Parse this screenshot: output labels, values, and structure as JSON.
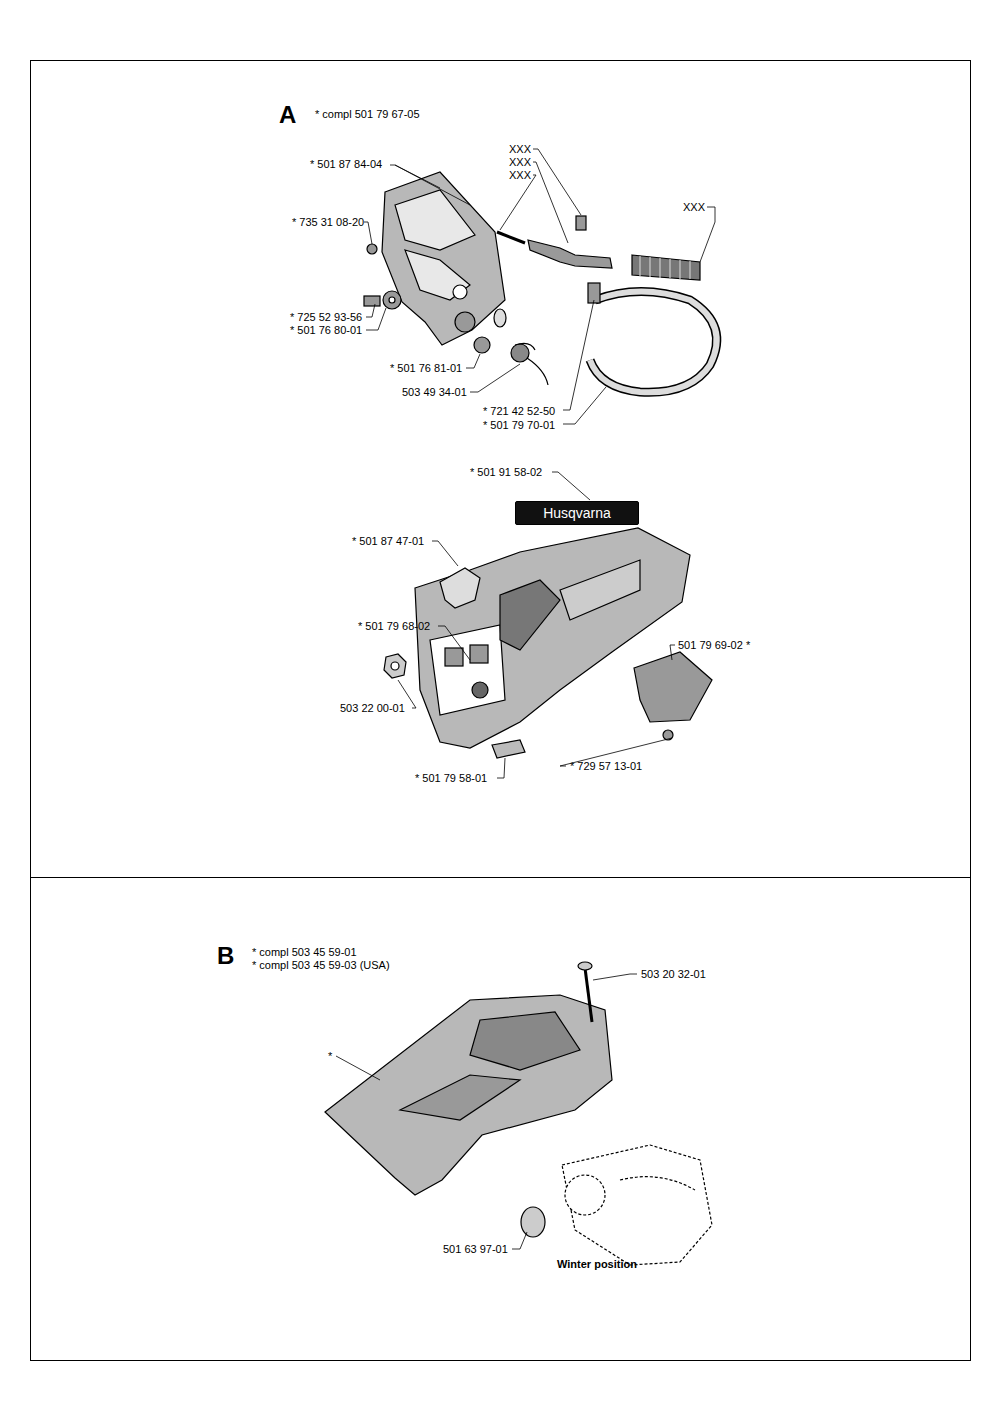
{
  "diagram": {
    "nodes": [
      {
        "text": [
          "A"
        ]
      },
      {
        "text": [
          "B"
        ]
      },
      {
        "text": [
          "Husqvarna"
        ],
        "in": 0
      }
    ],
    "labels": [
      "* compl 501 79 67-05",
      "* 501 87 84-04",
      "XXX",
      "XXX",
      "XXX",
      "XXX",
      "* 735 31 08-20",
      "* 725 52 93-56",
      "* 501 76 80-01",
      "* 501 76 81-01",
      "503 49 34-01",
      "* 721 42 52-50",
      "* 501 79 70-01",
      "* 501 91 58-02",
      "* 501 87 47-01",
      "* 501 79 68-02",
      "501 79 69-02 *",
      "503 22 00-01",
      "* 729 57 13-01",
      "* 501 79 58-01",
      "* compl 503 45 59-01",
      "* compl 503 45 59-03 (USA)",
      "503 20 32-01",
      "*",
      "501 63 97-01",
      "Winter position"
    ]
  }
}
